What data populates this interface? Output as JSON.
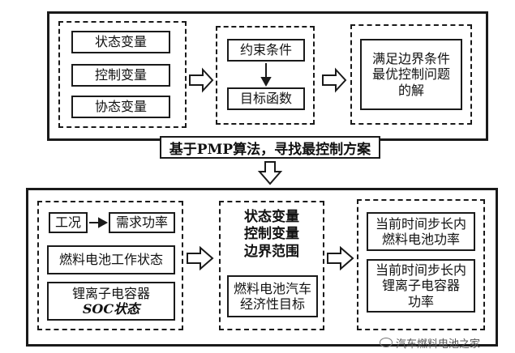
{
  "top": {
    "group1": [
      "状态变量",
      "控制变量",
      "协态变量"
    ],
    "group2": {
      "constraint": "约束条件",
      "objective": "目标函数"
    },
    "group3": [
      "满足边界条件",
      "最优控制问题",
      "的解"
    ]
  },
  "banner": "基于PMP算法，寻找最控制方案",
  "bottom": {
    "condition": "工况",
    "demand": "需求功率",
    "fc_state": "燃料电池工作状态",
    "soc_line1": "锂离子电容器",
    "soc_line2": "SOC状态",
    "middle_top": [
      "状态变量",
      "控制变量",
      "边界范围"
    ],
    "middle_bottom": [
      "燃料电池汽车",
      "经济性目标"
    ],
    "right_top": [
      "当前时间步长内",
      "燃料电池功率"
    ],
    "right_bottom": [
      "当前时间步长内",
      "锂离子电容器",
      "功率"
    ]
  },
  "watermark": "汽车燃料电池之家"
}
